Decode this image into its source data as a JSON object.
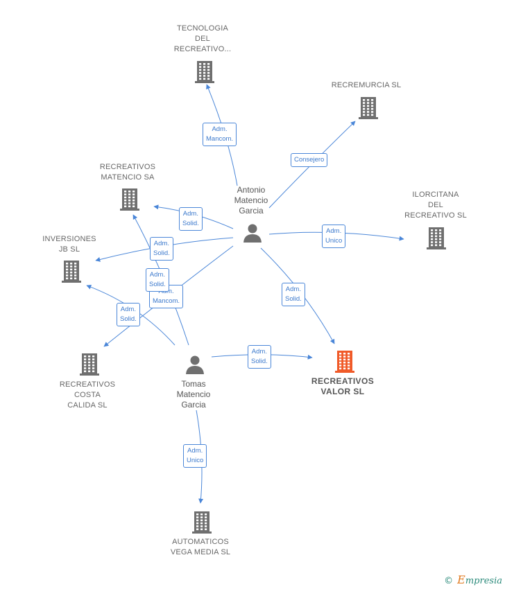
{
  "colors": {
    "edge": "#4a86d8",
    "building": "#6f6f6f",
    "building_main": "#f05a28",
    "person": "#6f6f6f",
    "text": "#666666"
  },
  "people": {
    "antonio": {
      "label": [
        "Antonio",
        "Matencio",
        "Garcia"
      ]
    },
    "tomas": {
      "label": [
        "Tomas",
        "Matencio",
        "Garcia"
      ]
    }
  },
  "companies": {
    "tecnologia": {
      "label": [
        "TECNOLOGIA",
        "DEL",
        "RECREATIVO..."
      ]
    },
    "recremurcia": {
      "label": [
        "RECREMURCIA SL"
      ]
    },
    "recreativos_matencio": {
      "label": [
        "RECREATIVOS",
        "MATENCIO SA"
      ]
    },
    "ilorcitana": {
      "label": [
        "ILORCITANA",
        "DEL",
        "RECREATIVO SL"
      ]
    },
    "inversiones": {
      "label": [
        "INVERSIONES",
        "JB SL"
      ]
    },
    "costa_calida": {
      "label": [
        "RECREATIVOS",
        "COSTA",
        "CALIDA SL"
      ]
    },
    "valor": {
      "label": [
        "RECREATIVOS",
        "VALOR SL"
      ]
    },
    "automaticos": {
      "label": [
        "AUTOMATICOS",
        "VEGA MEDIA SL"
      ]
    }
  },
  "edge_labels": {
    "e1": [
      "Adm.",
      "Mancom."
    ],
    "e2": [
      "Consejero"
    ],
    "e3": [
      "Adm.",
      "Solid."
    ],
    "e4": [
      "Adm.",
      "Unico"
    ],
    "e5": [
      "Adm.",
      "Solid."
    ],
    "e6": [
      "Adm.",
      "Solid."
    ],
    "e7": [
      "Adm.",
      "Mancom."
    ],
    "e8": [
      "Adm.",
      "Solid."
    ],
    "e9": [
      "Adm.",
      "Solid."
    ],
    "e10": [
      "Adm.",
      "Solid."
    ],
    "e11": [
      "Adm.",
      "Unico"
    ]
  },
  "brand": {
    "copyright": "©",
    "initial": "E",
    "name": "mpresia"
  }
}
